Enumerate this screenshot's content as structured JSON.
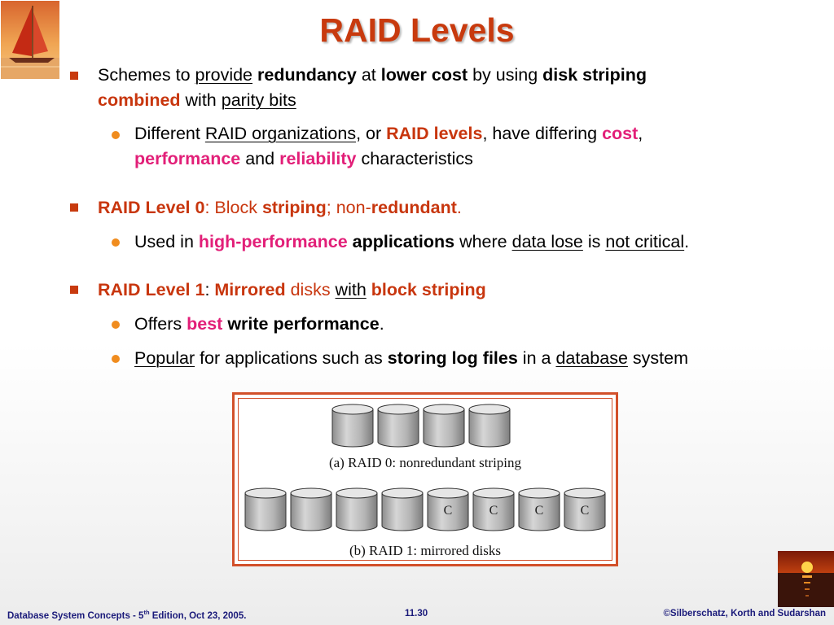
{
  "slide": {
    "title": "RAID Levels",
    "bullets": [
      {
        "line1": {
          "t1": "Schemes to ",
          "t2": "provide",
          "t3": " ",
          "t4": "redundancy",
          "t5": " at ",
          "t6": "lower cost",
          "t7": " by using ",
          "t8": "disk striping"
        },
        "line2": {
          "t1": "combined",
          "t2": " with ",
          "t3": "parity bits"
        },
        "sub": [
          {
            "line1": {
              "t1": "Different ",
              "t2": "RAID organizations",
              "t3": ", or ",
              "t4": "RAID levels",
              "t5": ", have differing ",
              "t6": "cost",
              "t7": ","
            },
            "line2": {
              "t1": "performance",
              "t2": " and ",
              "t3": "reliability",
              "t4": " characteristics"
            }
          }
        ]
      },
      {
        "line1": {
          "t1": "RAID Level 0",
          "t2": ":  Block ",
          "t3": "striping",
          "t4": "; non-",
          "t5": "redundant",
          "t6": "."
        },
        "sub": [
          {
            "line1": {
              "t1": " Used in ",
              "t2": "high-performance",
              "t3": " ",
              "t4": "applications",
              "t5": " where ",
              "t6": "data lose",
              "t7": " is ",
              "t8": "not critical",
              "t9": "."
            }
          }
        ]
      },
      {
        "line1": {
          "t1": "RAID Level 1",
          "t2": ":  ",
          "t3": "Mirrored",
          "t4": " disks ",
          "t5": "with",
          "t6": " ",
          "t7": "block striping"
        },
        "sub": [
          {
            "line1": {
              "t1": "Offers ",
              "t2": "best",
              "t3": " ",
              "t4": "write performance",
              "t5": "."
            }
          },
          {
            "line1": {
              "t1": "Popular",
              "t2": " for applications such as ",
              "t3": "storing log files",
              "t4": " in a ",
              "t5": "database",
              "t6": " system"
            }
          }
        ]
      }
    ]
  },
  "figure": {
    "caption_a": "(a) RAID 0: nonredundant striping",
    "caption_b": "(b) RAID 1: mirrored disks",
    "raid0_disks": [
      "",
      "",
      "",
      ""
    ],
    "raid1_disks": [
      "",
      "",
      "",
      "",
      "C",
      "C",
      "C",
      "C"
    ]
  },
  "footer": {
    "left_pre": "Database System Concepts - 5",
    "left_sup": "th",
    "left_post": " Edition, Oct 23,  2005.",
    "center": "11.30",
    "right": "©Silberschatz, Korth and Sudarshan"
  },
  "colors": {
    "title": "#c83a0e",
    "emphasis_red": "#c8360e",
    "emphasis_pink": "#e21f78",
    "bullet_square": "#c83a0e",
    "bullet_dot": "#f08c1e",
    "figure_border": "#d2502a",
    "footer": "#1a1a7a"
  }
}
